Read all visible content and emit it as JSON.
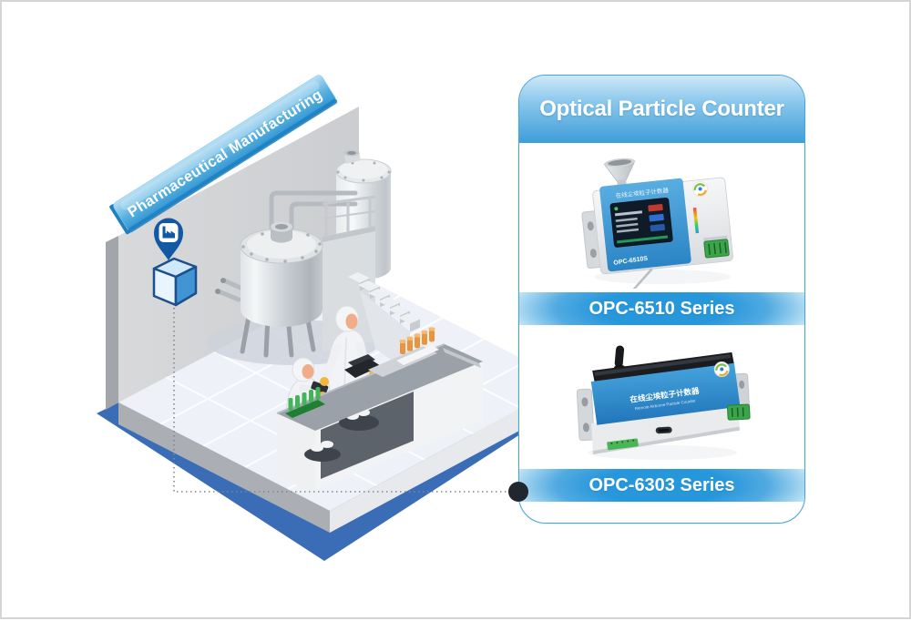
{
  "scene": {
    "banner_label": "Pharmaceutical Manufacturing",
    "icons": {
      "pin": "factory-location-pin-icon",
      "sensor": "wall-mounted-particle-sensor"
    },
    "colors": {
      "banner_blue": "#2f96d3",
      "wall_gray": "#d2d3d5",
      "floor_white": "#eef1f8",
      "platform_blue": "#3a6db6",
      "sensor_blue": "#4195d3",
      "connector_gray": "#82878f",
      "connector_dot_black": "#22262e"
    }
  },
  "card": {
    "title": "Optical Particle Counter",
    "accent_blue": "#2b9ade",
    "border_blue": "#4ba4d9",
    "products": [
      {
        "label": "OPC-6510 Series",
        "panel_title": "在线尘埃粒子计数器",
        "model_marking": "OPC-6510S"
      },
      {
        "label": "OPC-6303 Series",
        "panel_title": "在线尘埃粒子计数器",
        "panel_subtitle": "Remote Airborne Particle Counter"
      }
    ]
  }
}
